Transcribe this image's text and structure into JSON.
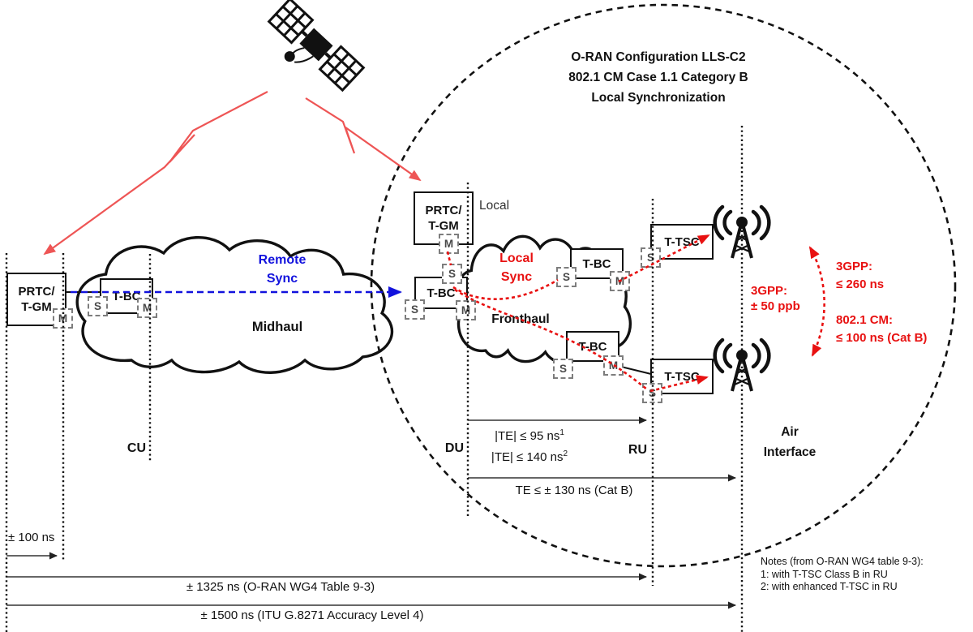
{
  "title": {
    "line1": "O-RAN Configuration LLS-C2",
    "line2": "802.1 CM Case 1.1 Category B",
    "line3": "Local Synchronization"
  },
  "boxes": {
    "prtc_tgm_line1": "PRTC/",
    "prtc_tgm_line2": "T-GM",
    "tbc": "T-BC",
    "ttsc": "T-TSC"
  },
  "ports": {
    "s": "S",
    "m": "M"
  },
  "clouds": {
    "midhaul": "Midhaul",
    "fronthaul": "Fronthaul"
  },
  "sync_labels": {
    "remote_line1": "Remote",
    "remote_line2": "Sync",
    "local_line1": "Local",
    "local_line2": "Sync"
  },
  "labels": {
    "local": "Local",
    "cu": "CU",
    "du": "DU",
    "ru": "RU",
    "air_line1": "Air",
    "air_line2": "Interface"
  },
  "annotations": {
    "gpp_freq_line1": "3GPP:",
    "gpp_freq_line2": "± 50 ppb",
    "gpp_te_line1": "3GPP:",
    "gpp_te_line2": "≤ 260 ns",
    "cm_line1": "802.1 CM:",
    "cm_line2": "≤ 100 ns (Cat B)"
  },
  "measurements": {
    "m100": "± 100 ns",
    "te95": "|TE| ≤ 95 ns",
    "te95_sup": "1",
    "te140": "|TE| ≤ 140 ns",
    "te140_sup": "2",
    "te130": "TE ≤ ± 130 ns (Cat B)",
    "m1325": "± 1325 ns (O-RAN WG4 Table 9-3)",
    "m1500": "± 1500 ns (ITU G.8271 Accuracy Level 4)"
  },
  "notes": {
    "line1": "Notes (from O-RAN WG4 table 9-3):",
    "line2": "1: with T-TSC Class B in RU",
    "line3": "2: with enhanced T-TSC in RU"
  },
  "icons": {
    "satellite": "gnss-satellite-icon",
    "antenna": "cell-tower-antenna-icon"
  },
  "colors": {
    "red": "#e81111",
    "light_red": "#ee5555",
    "blue": "#1212dd",
    "black": "#111111",
    "port_gray": "#4a4a4a"
  }
}
